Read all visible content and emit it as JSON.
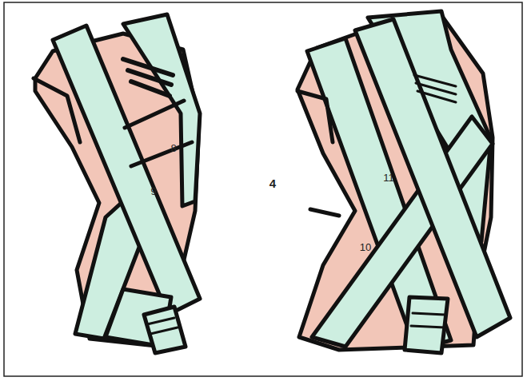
{
  "diagram": {
    "labels": [
      "8",
      "9",
      "4",
      "11",
      "10"
    ]
  }
}
